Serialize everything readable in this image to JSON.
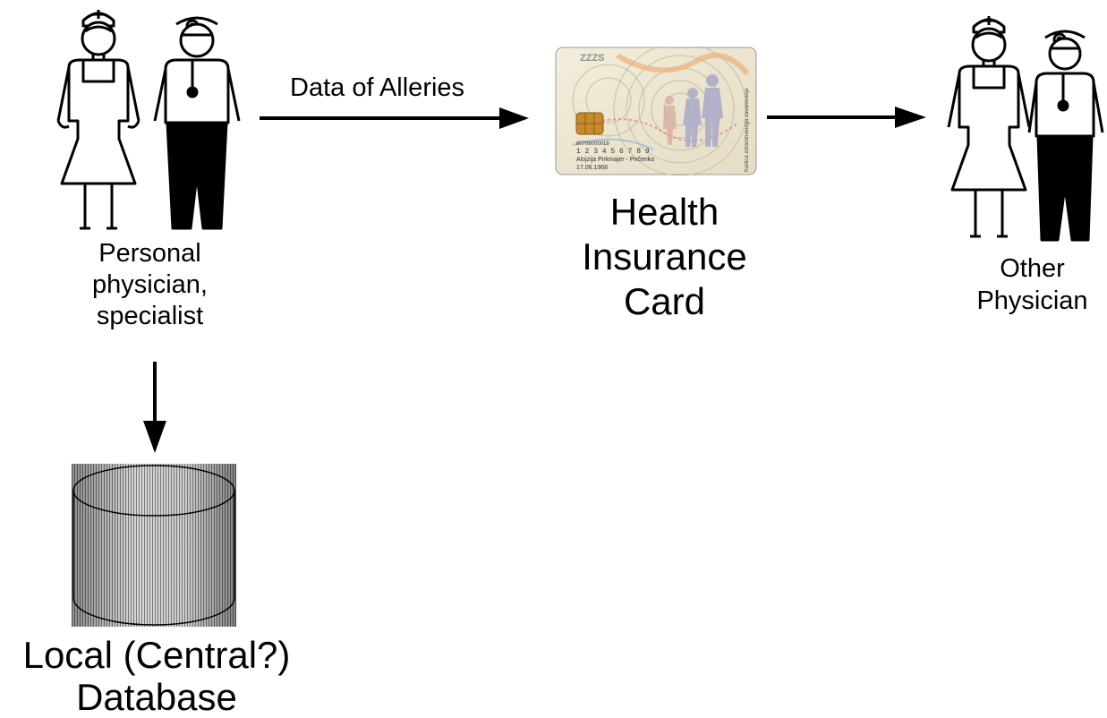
{
  "diagram": {
    "personal_label": [
      "Personal",
      "physician,",
      "specialist"
    ],
    "arrow_label": "Data of Alleries",
    "card_label": [
      "Health",
      "Insurance",
      "Card"
    ],
    "other_label": [
      "Other",
      "Physician"
    ],
    "database_label": [
      "Local (Central?)",
      "Database"
    ]
  },
  "card": {
    "number_a": "80706000018",
    "number_b": "1 2 3 4 5 6 7 8 9",
    "holder": "Alojzija Pirkmajer - Pečenko",
    "dob": "17.06.1968",
    "vertical_text": "Kartica zdravstvenega zavarovanja"
  },
  "colors": {
    "ink": "#000000",
    "card_bg": "#f1ead6",
    "card_chip": "#c88a2a",
    "db_gray": "#b4b4b4"
  }
}
